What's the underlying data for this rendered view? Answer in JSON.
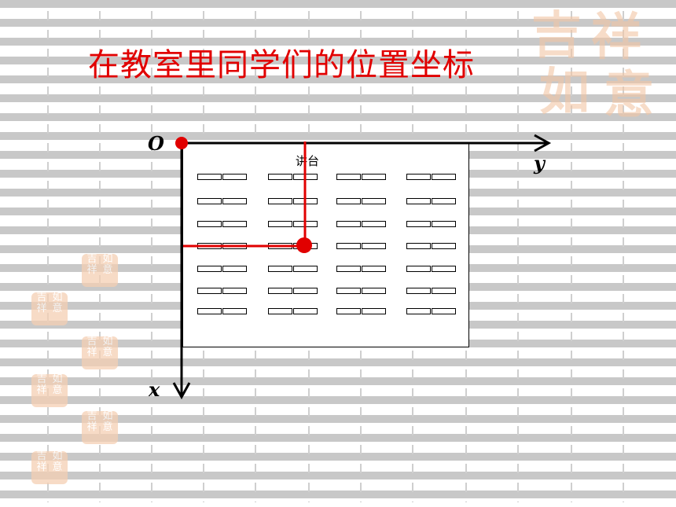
{
  "title": "在教室里同学们的位置坐标",
  "podium_label": "讲台",
  "axes": {
    "origin_label": "O",
    "x_label": "x",
    "y_label": "y"
  },
  "classroom": {
    "desk_rows": 7,
    "desk_groups_per_row": 4,
    "desks_per_group": 2
  },
  "colors": {
    "title": "#e10000",
    "marker": "#e10000",
    "axes": "#000000",
    "seal": "#f2c6a4"
  },
  "decor": {
    "large_seal_text": "吉祥如意",
    "small_seal_text": "吉祥如意"
  }
}
